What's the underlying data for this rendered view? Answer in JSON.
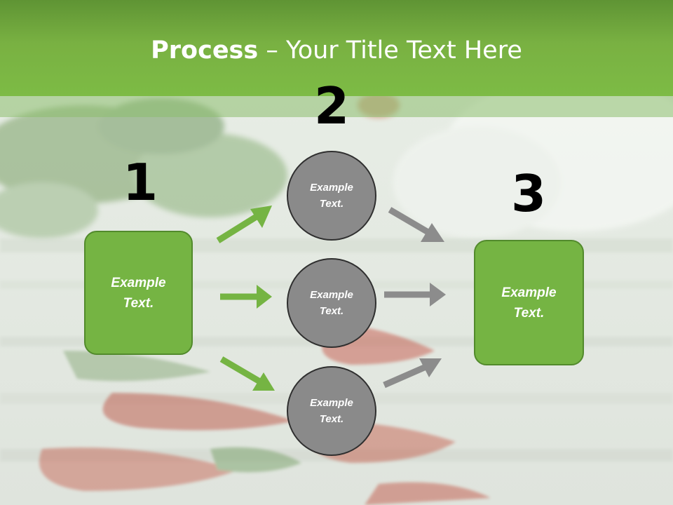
{
  "title": {
    "bold": "Process",
    "rest": " – Your Title Text Here"
  },
  "steps": [
    {
      "number": "1",
      "text": "Example Text."
    },
    {
      "number": "2",
      "nodes": [
        {
          "text": "Example Text."
        },
        {
          "text": "Example Text."
        },
        {
          "text": "Example Text."
        }
      ]
    },
    {
      "number": "3",
      "text": "Example Text."
    }
  ],
  "colors": {
    "green": "#75b443",
    "green_dark": "#528a2c",
    "gray": "#8a8a8a",
    "arrow_gray": "#8c8c8c",
    "arrow_green": "#75b443"
  }
}
